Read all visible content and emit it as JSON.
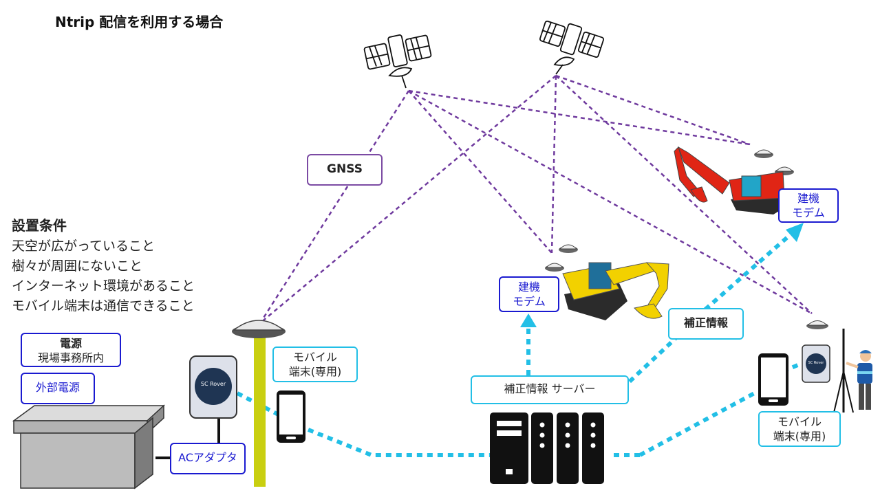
{
  "title": "Ntrip 配信を利用する場合",
  "conditions": {
    "heading": "設置条件",
    "items": [
      "天空が広がっていること",
      "樹々が周囲にないこと",
      "インターネット環境があること",
      "モバイル端末は通信できること"
    ]
  },
  "labels": {
    "gnss": "GNSS",
    "power_title": "電源",
    "power_location": "現場事務所内",
    "external_power": "外部電源",
    "ac_adapter": "ACアダプタ",
    "mobile_left_1": "モバイル",
    "mobile_left_2": "端末(専用)",
    "server": "補正情報 サーバー",
    "modem_center_1": "建機",
    "modem_center_2": "モデム",
    "modem_right_1": "建機",
    "modem_right_2": "モデム",
    "correction": "補正情報",
    "mobile_right_1": "モバイル",
    "mobile_right_2": "端末(専用)",
    "sc_rover": "SC Rover",
    "sc_rover_small": "SC Rover"
  },
  "colors": {
    "gnss_line": "#6f3a9e",
    "data_line": "#22bfe6",
    "modem_border": "#1a1ad0",
    "excavator_yellow": "#f2d100",
    "excavator_red": "#e02515",
    "pole": "#c9cf10"
  }
}
